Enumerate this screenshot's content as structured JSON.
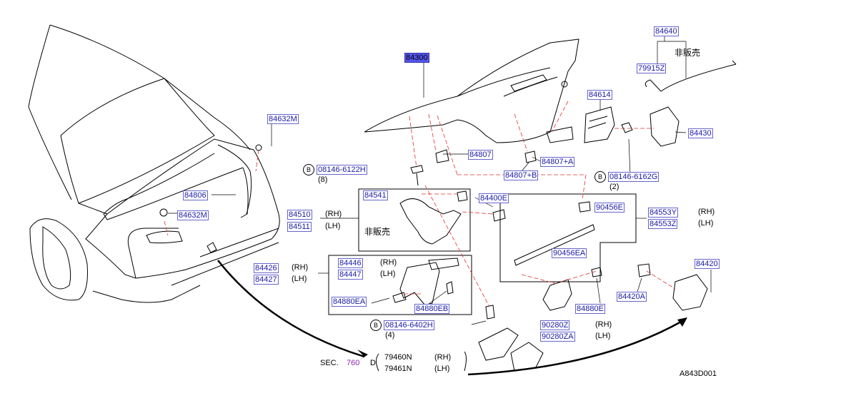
{
  "parts": {
    "p84300": "84300",
    "p84807": "84807",
    "p84807a": "84807+A",
    "p84807b": "84807+B",
    "p84614": "84614",
    "p84640": "84640",
    "p79915z": "79915Z",
    "p84430": "84430",
    "p84632m_top": "84632M",
    "p84632m_bot": "84632M",
    "p84806": "84806",
    "p08146_6122h": "08146-6122H",
    "p08146_6162g": "08146-6162G",
    "p84541": "84541",
    "p84400e": "84400E",
    "p84510": "84510",
    "p84511": "84511",
    "p90456e": "90456E",
    "p84553y": "84553Y",
    "p84553z": "84553Z",
    "p90456ea": "90456EA",
    "p84446": "84446",
    "p84447": "84447",
    "p84426": "84426",
    "p84427": "84427",
    "p84880ea": "84880EA",
    "p84880eb": "84880EB",
    "p84880e": "84880E",
    "p84420": "84420",
    "p84420a": "84420A",
    "p90280z": "90280Z",
    "p90280za": "90280ZA",
    "p08146_6402h": "08146-6402H"
  },
  "text": {
    "not_sold_1": "非販売",
    "not_sold_2": "非販売",
    "rh": "(RH)",
    "lh": "(LH)",
    "qty_8": "(8)",
    "qty_2": "(2)",
    "qty_4": "(4)",
    "b": "B",
    "d": "D",
    "sec_label": "SEC.",
    "sec_num": "760",
    "sec_79460n": "79460N",
    "sec_79461n": "79461N",
    "drawing_id": "A843D001"
  },
  "colors": {
    "part_text": "#1a1aa8",
    "part_border": "#6666cc",
    "highlight": "#5555ee",
    "dash": "#e03030",
    "sec_link": "#8a2ab0"
  }
}
